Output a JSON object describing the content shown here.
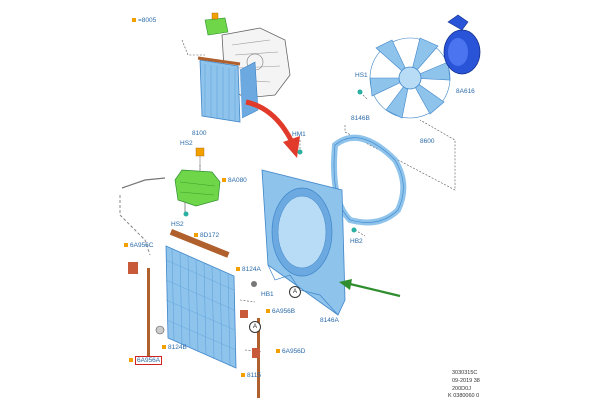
{
  "colors": {
    "part_blue": "#8ec3ec",
    "part_blue_dark": "#3f86c9",
    "reservoir_green": "#6fd64a",
    "gasket_brown": "#b0602c",
    "label_blue": "#2a6aa8",
    "label_marker": "#f2a000",
    "red_arrow": "#e23a2a",
    "green_arrow": "#2f8f2f",
    "fan_motor_blue": "#2a54d8"
  },
  "icons": [
    "fan-shroud-icon",
    "fan-blade-icon",
    "fan-motor-icon",
    "radiator-icon",
    "reservoir-icon",
    "engine-icon",
    "red-arrow-icon",
    "green-arrow-icon"
  ],
  "labels": {
    "p8005": "=8005",
    "hs1": "HS1",
    "p8a616": "8A616",
    "p8146b": "8146B",
    "p8600": "8600",
    "p8100": "8100",
    "hs2_top": "HS2",
    "hm1": "HM1",
    "p8a080": "8A080",
    "hs2_bot": "HS2",
    "p8d172": "8D172",
    "hb2": "HB2",
    "p6a956c": "6A956C",
    "p8124a": "8124A",
    "hb1": "HB1",
    "circle_a1": "A",
    "p6a956b": "6A956B",
    "p8146a": "8146A",
    "circle_a2": "A",
    "p8124b": "8124B",
    "p6a956_boxed": "6A956A",
    "p6a956d": "6A956D",
    "p8115": "8115"
  },
  "meta": {
    "line1": "3030315C",
    "line2": "09-2019 38",
    "line3": "200D0J",
    "line4": "K 0380060 0"
  }
}
